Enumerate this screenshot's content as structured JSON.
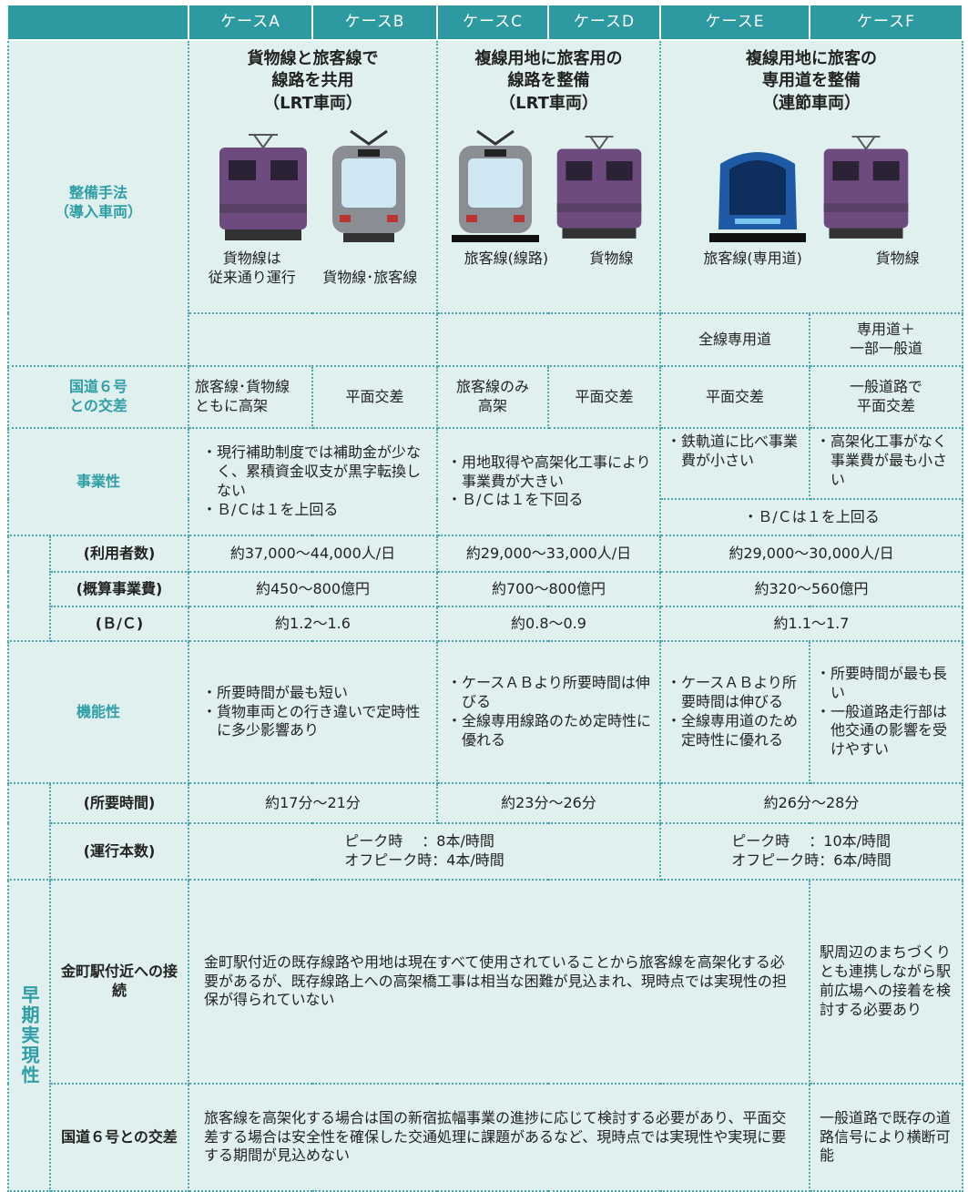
{
  "header": {
    "cases": [
      "ケースA",
      "ケースB",
      "ケースC",
      "ケースD",
      "ケースE",
      "ケースF"
    ]
  },
  "colors": {
    "header_bg": "#2c9aa0",
    "category_text": "#2f9ea6",
    "cell_bg": "#dff0ee",
    "locomotive": "#6e4b7e",
    "lrt_grey": "#8a8d94",
    "articulated_blue": "#1e5aa6"
  },
  "rows": {
    "method": {
      "label": "整備手法\n（導入車両）",
      "ab_title": "貨物線と旅客線で\n線路を共用\n（LRT車両）",
      "cd_title": "複線用地に旅客用の\n線路を整備\n（LRT車両）",
      "ef_title": "複線用地に旅客の\n専用道を整備\n（連節車両）",
      "cap_a": "貨物線は\n従来通り運行",
      "cap_b": "貨物線･旅客線",
      "cap_c": "旅客線(線路)",
      "cap_d": "貨物線",
      "cap_e": "旅客線(専用道)",
      "cap_f": "貨物線",
      "e_sub": "全線専用道",
      "f_sub": "専用道＋\n一部一般道",
      "icons": [
        "freight-locomotive-icon",
        "lrt-tram-icon",
        "articulated-bus-icon"
      ]
    },
    "crossing": {
      "label": "国道６号\nとの交差",
      "a": "旅客線･貨物線\nともに高架",
      "b": "平面交差",
      "c": "旅客線のみ\n高架",
      "d": "平面交差",
      "e": "平面交差",
      "f": "一般道路で\n平面交差"
    },
    "business": {
      "label": "事業性",
      "ab": [
        "現行補助制度では補助金が少なく、累積資金収支が黒字転換しない",
        "Ｂ/Ｃは１を上回る"
      ],
      "cd": [
        "用地取得や高架化工事により事業費が大きい",
        "Ｂ/Ｃは１を下回る"
      ],
      "e": [
        "鉄軌道に比べ事業費が小さい"
      ],
      "f": [
        "高架化工事がなく事業費が最も小さい"
      ],
      "ef_common": "・Ｂ/Ｃは１を上回る"
    },
    "users": {
      "label": "(利用者数)",
      "ab": "約37,000～44,000人/日",
      "cd": "約29,000～33,000人/日",
      "ef": "約29,000～30,000人/日"
    },
    "cost": {
      "label": "(概算事業費)",
      "ab": "約450～800億円",
      "cd": "約700～800億円",
      "ef": "約320～560億円"
    },
    "bc": {
      "label": "(Ｂ/Ｃ)",
      "ab": "約1.2～1.6",
      "cd": "約0.8～0.9",
      "ef": "約1.1～1.7"
    },
    "function": {
      "label": "機能性",
      "ab": [
        "所要時間が最も短い",
        "貨物車両との行き違いで定時性に多少影響あり"
      ],
      "cd": [
        "ケースＡＢより所要時間は伸びる",
        "全線専用線路のため定時性に優れる"
      ],
      "e": [
        "ケースＡＢより所要時間は伸びる",
        "全線専用道のため定時性に優れる"
      ],
      "f": [
        "所要時間が最も長い",
        "一般道路走行部は他交通の影響を受けやすい"
      ]
    },
    "time": {
      "label": "(所要時間)",
      "ab": "約17分～21分",
      "cd": "約23分～26分",
      "ef": "約26分～28分"
    },
    "freq": {
      "label": "(運行本数)",
      "abcd_l1": "ピーク時　 ：8本/時間",
      "abcd_l2": "オフピーク時：4本/時間",
      "ef_l1": "ピーク時　 ：10本/時間",
      "ef_l2": "オフピーク時：6本/時間"
    },
    "early": {
      "label": "早期実現性",
      "kanamachi_label": "金町駅付近への接続",
      "kanamachi_ae": "金町駅付近の既存線路や用地は現在すべて使用されていることから旅客線を高架化する必要があるが、既存線路上への高架橋工事は相当な困難が見込まれ、現時点では実現性の担保が得られていない",
      "kanamachi_f": "駅周辺のまちづくりとも連携しながら駅前広場への接着を検討する必要あり",
      "route6_label": "国道６号との交差",
      "route6_ae": "旅客線を高架化する場合は国の新宿拡幅事業の進捗に応じて検討する必要があり、平面交差する場合は安全性を確保した交通処理に課題があるなど、現時点では実現性や実現に要する期間が見込めない",
      "route6_f": "一般道路で既存の道路信号により横断可能"
    }
  }
}
